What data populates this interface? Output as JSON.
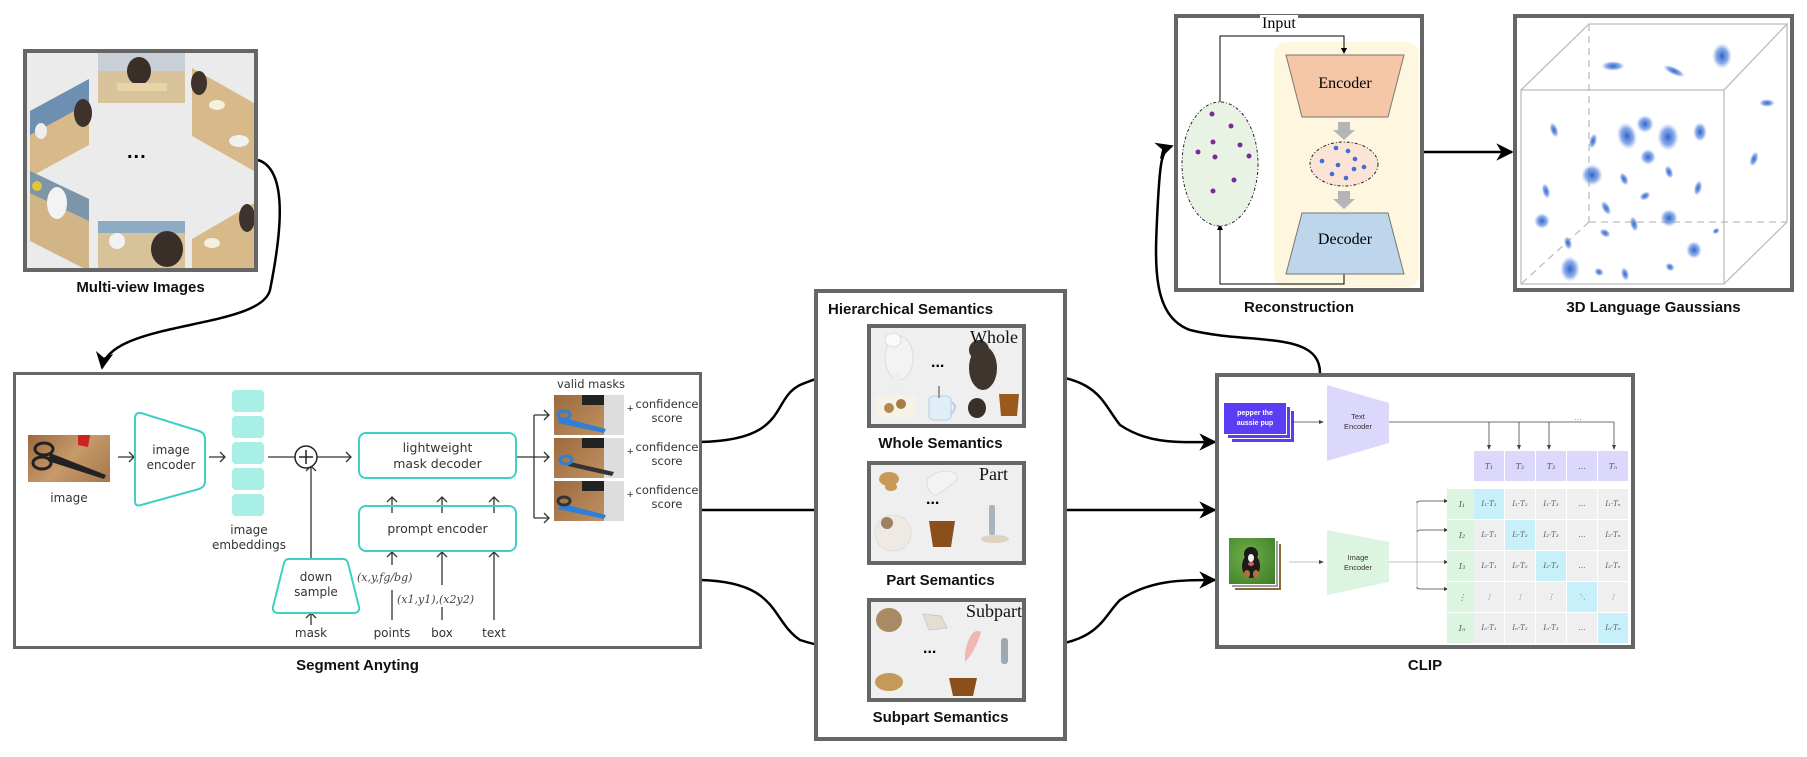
{
  "multiview": {
    "caption": "Multi-view Images",
    "ellipsis": "..."
  },
  "sam": {
    "caption": "Segment Anyting",
    "image_label": "image",
    "image_encoder_label": "image\nencoder",
    "image_encoder_line1": "image",
    "image_encoder_line2": "encoder",
    "embeddings_line1": "image",
    "embeddings_line2": "embeddings",
    "plus_symbol": "+",
    "mask_decoder_line1": "lightweight",
    "mask_decoder_line2": "mask decoder",
    "prompt_encoder_label": "prompt encoder",
    "downsample_line1": "down",
    "downsample_line2": "sample",
    "mask_label": "mask",
    "points_label": "points",
    "box_label": "box",
    "text_label": "text",
    "points_notation": "(x,y,fg/bg)",
    "box_notation": "(x1,y1),(x2y2)",
    "valid_masks_label": "valid masks",
    "outputs": [
      {
        "plus": "+",
        "line1": "confidence",
        "line2": "score"
      },
      {
        "plus": "+",
        "line1": "confidence",
        "line2": "score"
      },
      {
        "plus": "+",
        "line1": "confidence",
        "line2": "score"
      }
    ]
  },
  "hierarchy": {
    "title": "Hierarchical Semantics",
    "levels": [
      {
        "tag": "Whole",
        "caption": "Whole Semantics",
        "ellipsis": "..."
      },
      {
        "tag": "Part",
        "caption": "Part Semantics",
        "ellipsis": "..."
      },
      {
        "tag": "Subpart",
        "caption": "Subpart Semantics",
        "ellipsis": "..."
      }
    ]
  },
  "reconstruction": {
    "caption": "Reconstruction",
    "input_label": "Input",
    "encoder_label": "Encoder",
    "decoder_label": "Decoder"
  },
  "gaussians": {
    "caption": "3D Language Gaussians"
  },
  "clip": {
    "caption": "CLIP",
    "text_card": "pepper the aussie pup",
    "text_card_line1": "pepper the",
    "text_card_line2": "aussie pup",
    "text_encoder_line1": "Text",
    "text_encoder_line2": "Encoder",
    "image_encoder_line1": "Image",
    "image_encoder_line2": "Encoder",
    "text_tokens": [
      "T1",
      "T2",
      "T3",
      "...",
      "TN"
    ],
    "text_tokens_display": [
      "T₁",
      "T₂",
      "T₃",
      "…",
      "Tₙ"
    ],
    "image_tokens_display": [
      "I₁",
      "I₂",
      "I₃",
      "⋮",
      "Iₙ"
    ],
    "top_ellipsis": "…",
    "matrix": [
      [
        "I₁·T₁",
        "I₁·T₂",
        "I₁·T₃",
        "…",
        "I₁·Tₙ"
      ],
      [
        "I₂·T₁",
        "I₂·T₂",
        "I₂·T₃",
        "…",
        "I₂·Tₙ"
      ],
      [
        "I₃·T₁",
        "I₃·T₂",
        "I₃·T₃",
        "…",
        "I₃·Tₙ"
      ],
      [
        "⋮",
        "⋮",
        "⋮",
        "⋱",
        "⋮"
      ],
      [
        "Iₙ·T₁",
        "Iₙ·T₂",
        "Iₙ·T₃",
        "…",
        "Iₙ·Tₙ"
      ]
    ],
    "colors": {
      "text_card": "#5b3df5",
      "text_encoder": "#dcd8fb",
      "image_encoder": "#dcf5e0",
      "diagonal": "#c8f0fb",
      "offdiag": "#efefef"
    }
  }
}
